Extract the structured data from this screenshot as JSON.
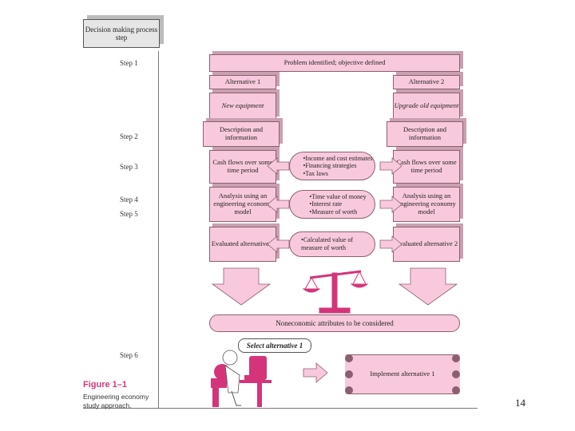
{
  "header": {
    "label": "Decision making process step"
  },
  "steps": [
    "Step 1",
    "Step 2",
    "Step 3",
    "Step 4",
    "Step 5",
    "Step 6"
  ],
  "problem": "Problem identified; objective defined",
  "alt1": {
    "title": "Alternative 1",
    "desc": "New equipment",
    "info": "Description and information",
    "cash": "Cash flows over some time period",
    "analysis": "Analysis using an engineering economy model",
    "evaluated": "Evaluated alternative 1"
  },
  "alt2": {
    "title": "Alternative 2",
    "desc": "Upgrade old equipment",
    "info": "Description and information",
    "cash": "Cash flows over some time period",
    "analysis": "Analysis using an engineering economy model",
    "evaluated": "Evaluated alternative 2"
  },
  "center": {
    "estimates": [
      "Income and cost estimates",
      "Financing strategies",
      "Tax laws"
    ],
    "tools": [
      "Time value of money",
      "Interest rate",
      "Measure of worth"
    ],
    "calc": [
      "Calculated value of measure of worth"
    ]
  },
  "noneconomic": "Noneconomic attributes to be considered",
  "speech": "Select alternative 1",
  "implement": "Implement alternative 1",
  "figure": {
    "title": "Figure 1–1",
    "caption": "Engineering economy study approach."
  },
  "page_number": "14",
  "colors": {
    "pink": "#f8c9dc",
    "magenta": "#d4357a",
    "outline": "#8a6070"
  }
}
